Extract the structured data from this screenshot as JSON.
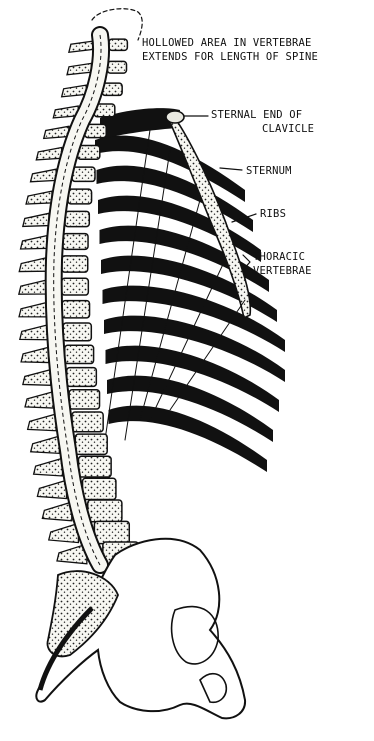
{
  "diagram": {
    "labels": {
      "hollowed_line1": "HOLLOWED AREA IN VERTEBRAE",
      "hollowed_line2": "EXTENDS FOR LENGTH OF SPINE",
      "sternal_line1": "STERNAL END OF",
      "sternal_line2": "CLAVICLE",
      "sternum": "STERNUM",
      "ribs": "RIBS",
      "thoracic_line1": "THORACIC",
      "thoracic_line2": "VERTEBRAE"
    }
  }
}
